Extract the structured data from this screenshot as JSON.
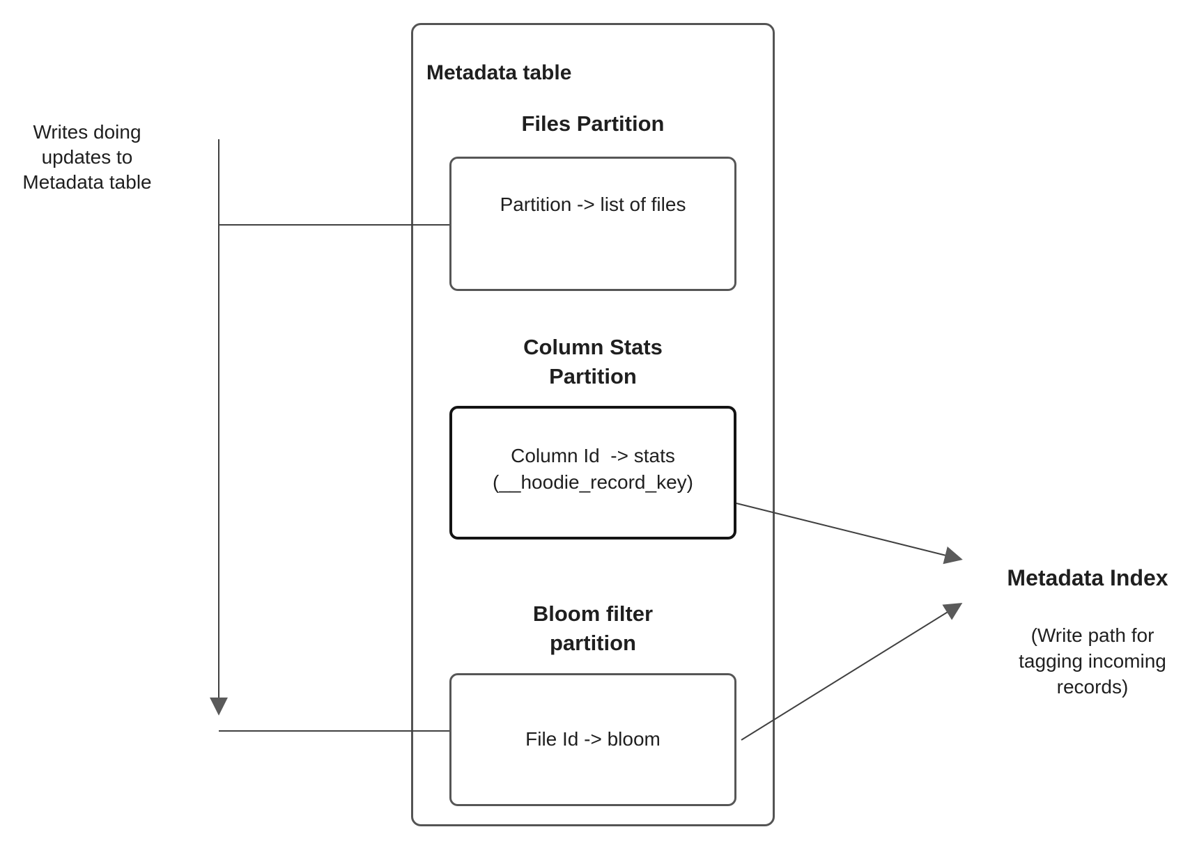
{
  "colors": {
    "text": "#1f1f1f",
    "box_border": "#565656",
    "outer_border": "#545454",
    "highlight_border": "#141414",
    "line": "#404040",
    "arrowhead": "#5a5a5a",
    "background": "#ffffff"
  },
  "left_note": {
    "text": "Writes doing\nupdates to\nMetadata table"
  },
  "metadata_table": {
    "title": "Metadata table",
    "files_partition": {
      "heading": "Files Partition",
      "box_text": "Partition -> list of files"
    },
    "column_stats_partition": {
      "heading": "Column Stats\nPartition",
      "box_text": "Column Id  -> stats\n(__hoodie_record_key)"
    },
    "bloom_filter_partition": {
      "heading": "Bloom filter\npartition",
      "box_text": "File Id -> bloom"
    }
  },
  "metadata_index": {
    "title": "Metadata Index",
    "subtitle": "(Write path for\ntagging incoming\nrecords)"
  }
}
